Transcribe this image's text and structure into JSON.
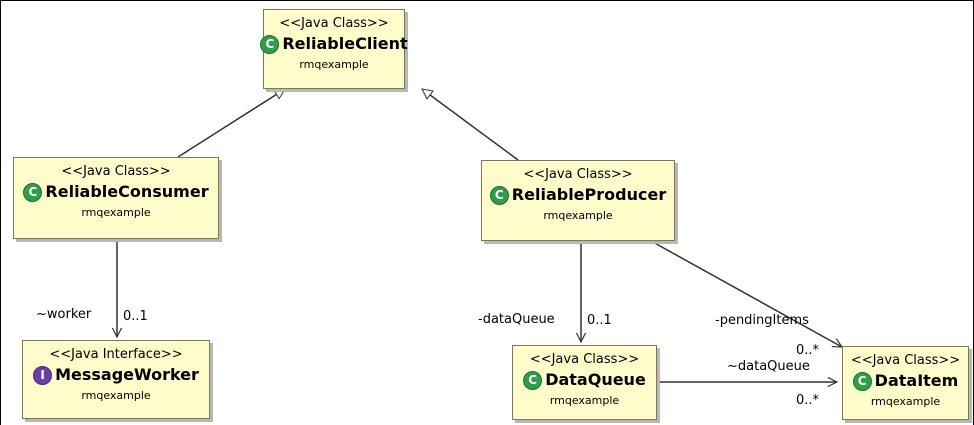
{
  "classes": {
    "reliable_client": {
      "stereotype": "<<Java Class>>",
      "icon": "class-icon",
      "glyph": "C",
      "name": "ReliableClient",
      "package": "rmqexample"
    },
    "reliable_consumer": {
      "stereotype": "<<Java Class>>",
      "icon": "class-icon",
      "glyph": "C",
      "name": "ReliableConsumer",
      "package": "rmqexample"
    },
    "reliable_producer": {
      "stereotype": "<<Java Class>>",
      "icon": "class-icon",
      "glyph": "C",
      "name": "ReliableProducer",
      "package": "rmqexample"
    },
    "message_worker": {
      "stereotype": "<<Java Interface>>",
      "icon": "interface-icon",
      "glyph": "I",
      "name": "MessageWorker",
      "package": "rmqexample"
    },
    "data_queue": {
      "stereotype": "<<Java Class>>",
      "icon": "class-icon",
      "glyph": "C",
      "name": "DataQueue",
      "package": "rmqexample"
    },
    "data_item": {
      "stereotype": "<<Java Class>>",
      "icon": "class-icon",
      "glyph": "C",
      "name": "DataItem",
      "package": "rmqexample"
    }
  },
  "relations": {
    "consumer_worker": {
      "role": "~worker",
      "multiplicity": "0..1"
    },
    "producer_queue": {
      "role": "-dataQueue",
      "multiplicity": "0..1"
    },
    "producer_items": {
      "role": "-pendingItems",
      "multiplicity": "0..*"
    },
    "queue_item": {
      "role": "~dataQueue",
      "multiplicity": "0..*"
    }
  },
  "colors": {
    "node_fill": "#fffccc",
    "node_border": "#7a7a5a",
    "class_icon": "#2f9d4a",
    "interface_icon": "#6b3ea6",
    "edge": "#333333"
  }
}
